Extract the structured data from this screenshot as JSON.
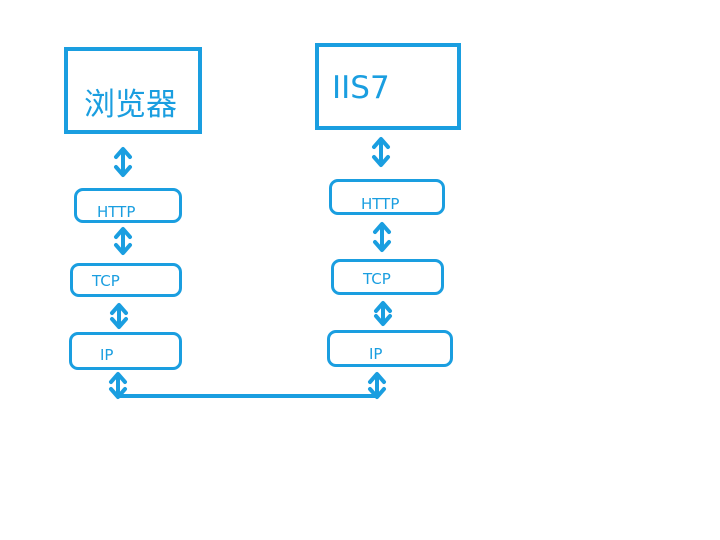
{
  "diagram": {
    "accent_color": "#1a9ee0",
    "left_stack": {
      "top_label": "浏览器",
      "layers": [
        "HTTP",
        "TCP",
        "IP"
      ]
    },
    "right_stack": {
      "top_label": "IIS7",
      "layers": [
        "HTTP",
        "TCP",
        "IP"
      ]
    }
  }
}
